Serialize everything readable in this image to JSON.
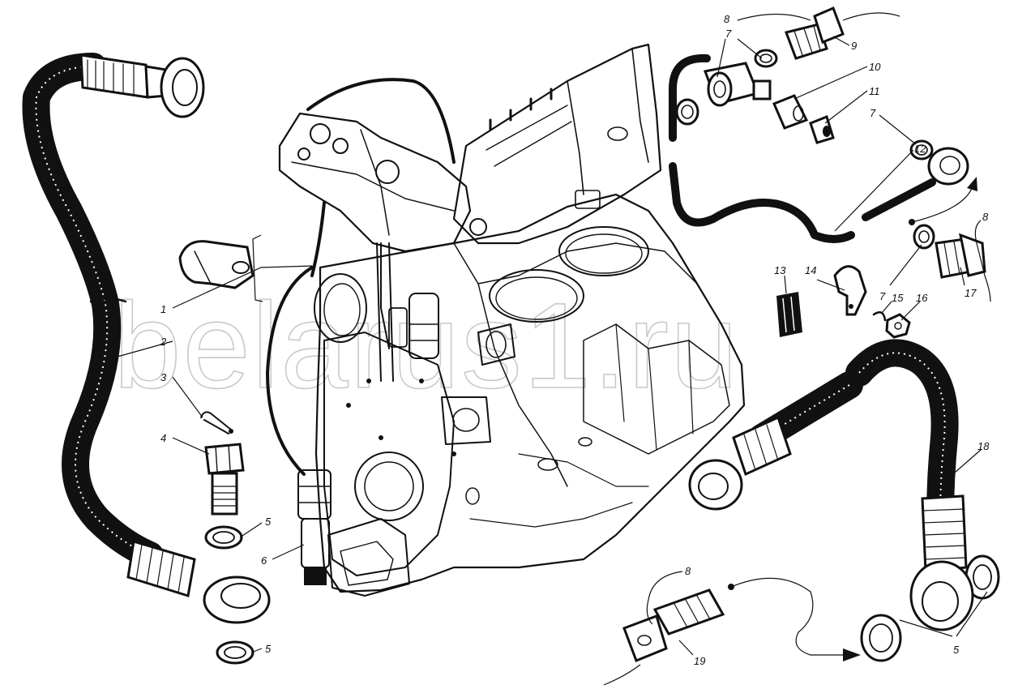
{
  "watermark": "belarus1.ru",
  "callouts": {
    "c1": "1",
    "c2": "2",
    "c3": "3",
    "c4": "4",
    "c5a": "5",
    "c5b": "5",
    "c5c": "5",
    "c6": "6",
    "c7a": "7",
    "c7b": "7",
    "c7c": "7",
    "c8a": "8",
    "c8b": "8",
    "c8c": "8",
    "c9": "9",
    "c10": "10",
    "c11": "11",
    "c12": "12",
    "c13": "13",
    "c14": "14",
    "c15": "15",
    "c16": "16",
    "c17": "17",
    "c18": "18",
    "c19": "19"
  }
}
